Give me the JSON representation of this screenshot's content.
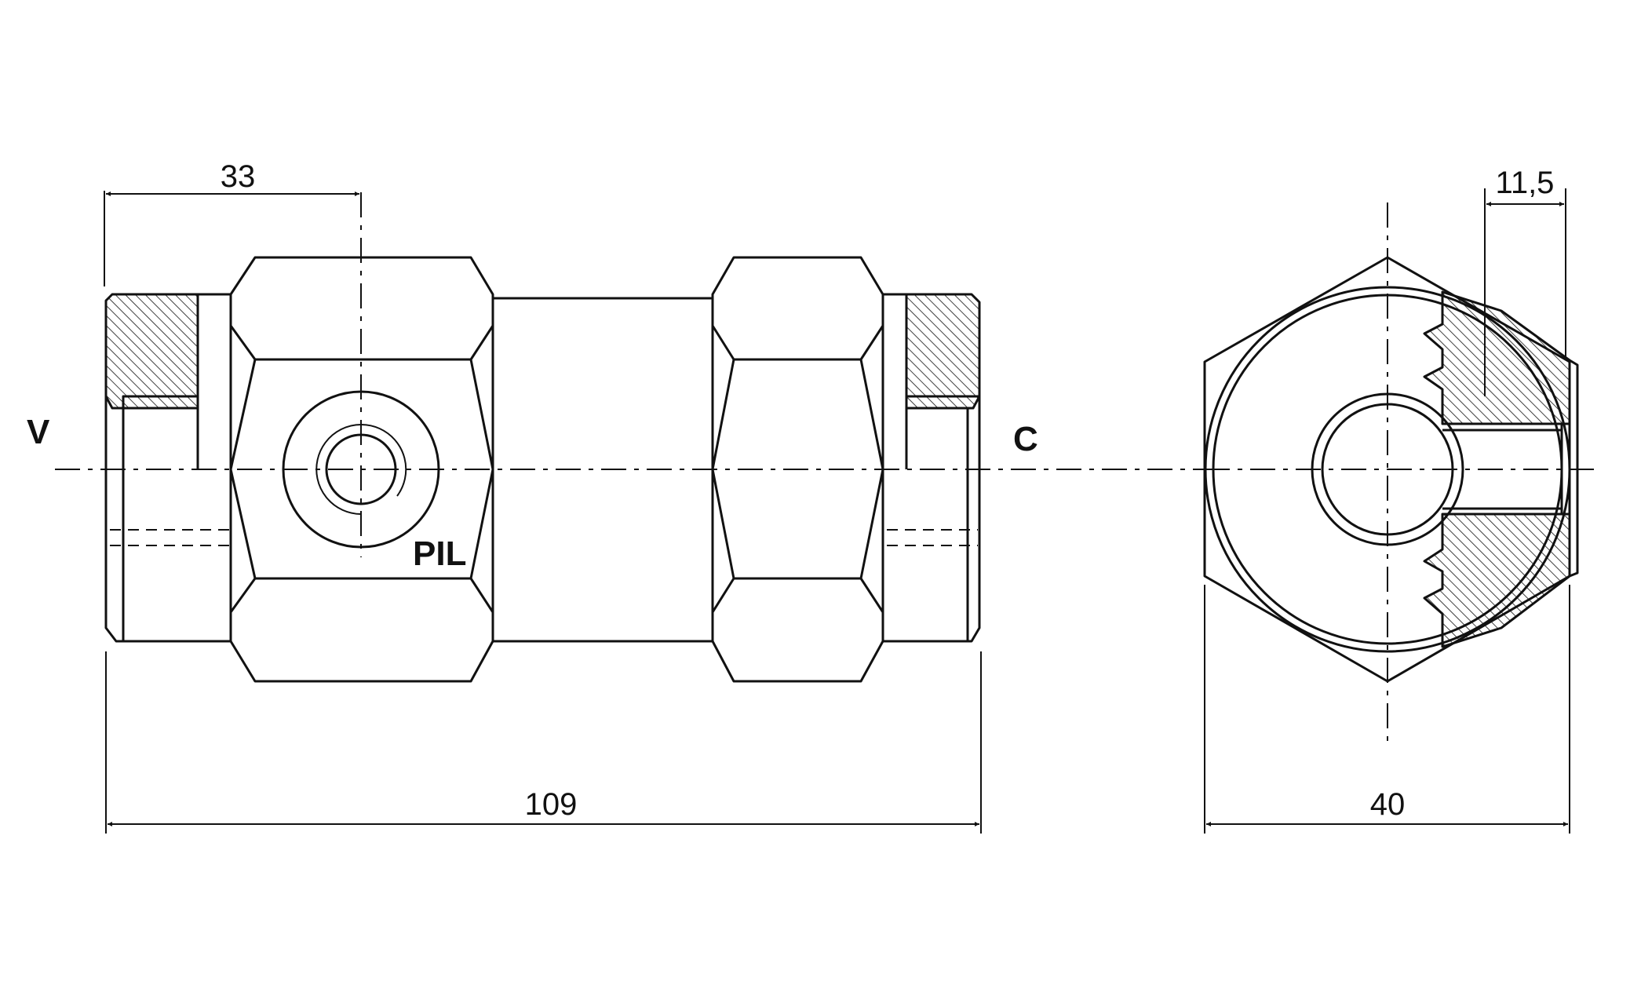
{
  "labels": {
    "port_v": "V",
    "port_c": "C",
    "port_pil": "PIL"
  },
  "dimensions": {
    "pilot_offset": "33",
    "overall_length": "109",
    "body_width": "40",
    "port_depth": "11,5"
  }
}
